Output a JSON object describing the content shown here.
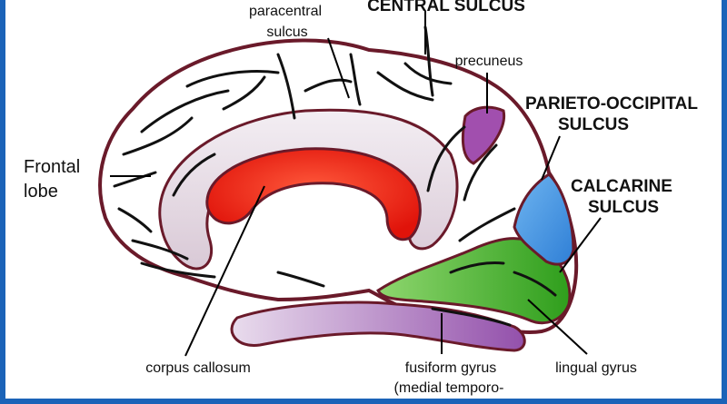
{
  "colors": {
    "frame": "#1b63b8",
    "corpus_callosum": "#ee1c0e",
    "cingulate": "#e9dde6",
    "precuneus": "#a14fae",
    "cuneus": "#3b8fe0",
    "lingual": "#4cb92a",
    "fusiform": "#9a5db0",
    "outline": "#6a1a2a"
  },
  "labels": {
    "paracentral": [
      "paracentral",
      "sulcus"
    ],
    "central": "CENTRAL SULCUS",
    "precuneus": "precuneus",
    "parieto_occipital": [
      "PARIETO-OCCIPITAL",
      "SULCUS"
    ],
    "frontal": [
      "Frontal",
      "lobe"
    ],
    "calcarine": [
      "CALCARINE",
      "SULCUS"
    ],
    "corpus_callosum": "corpus callosum",
    "fusiform": [
      "fusiform gyrus",
      "(medial temporo-"
    ],
    "lingual": "lingual gyrus"
  }
}
